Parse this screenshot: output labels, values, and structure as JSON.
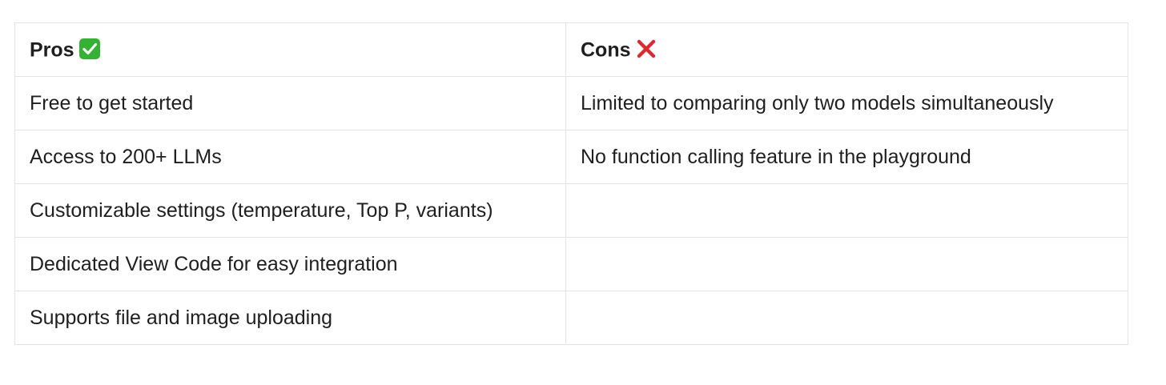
{
  "table": {
    "headers": {
      "pros": "Pros",
      "pros_icon": "check-mark-emoji",
      "cons": "Cons",
      "cons_icon": "cross-mark-emoji"
    },
    "rows": [
      {
        "pros": "Free to get started",
        "cons": "Limited to comparing only two models simultaneously"
      },
      {
        "pros": "Access to 200+ LLMs",
        "cons": "No function calling feature in the playground"
      },
      {
        "pros": "Customizable settings (temperature, Top P, variants)",
        "cons": ""
      },
      {
        "pros": "Dedicated View Code for easy integration",
        "cons": ""
      },
      {
        "pros": "Supports file and image uploading",
        "cons": ""
      }
    ]
  },
  "colors": {
    "border": "#e4e4e4",
    "text": "#1f1f1f",
    "check_green": "#34b233",
    "cross_red": "#e0262f"
  }
}
